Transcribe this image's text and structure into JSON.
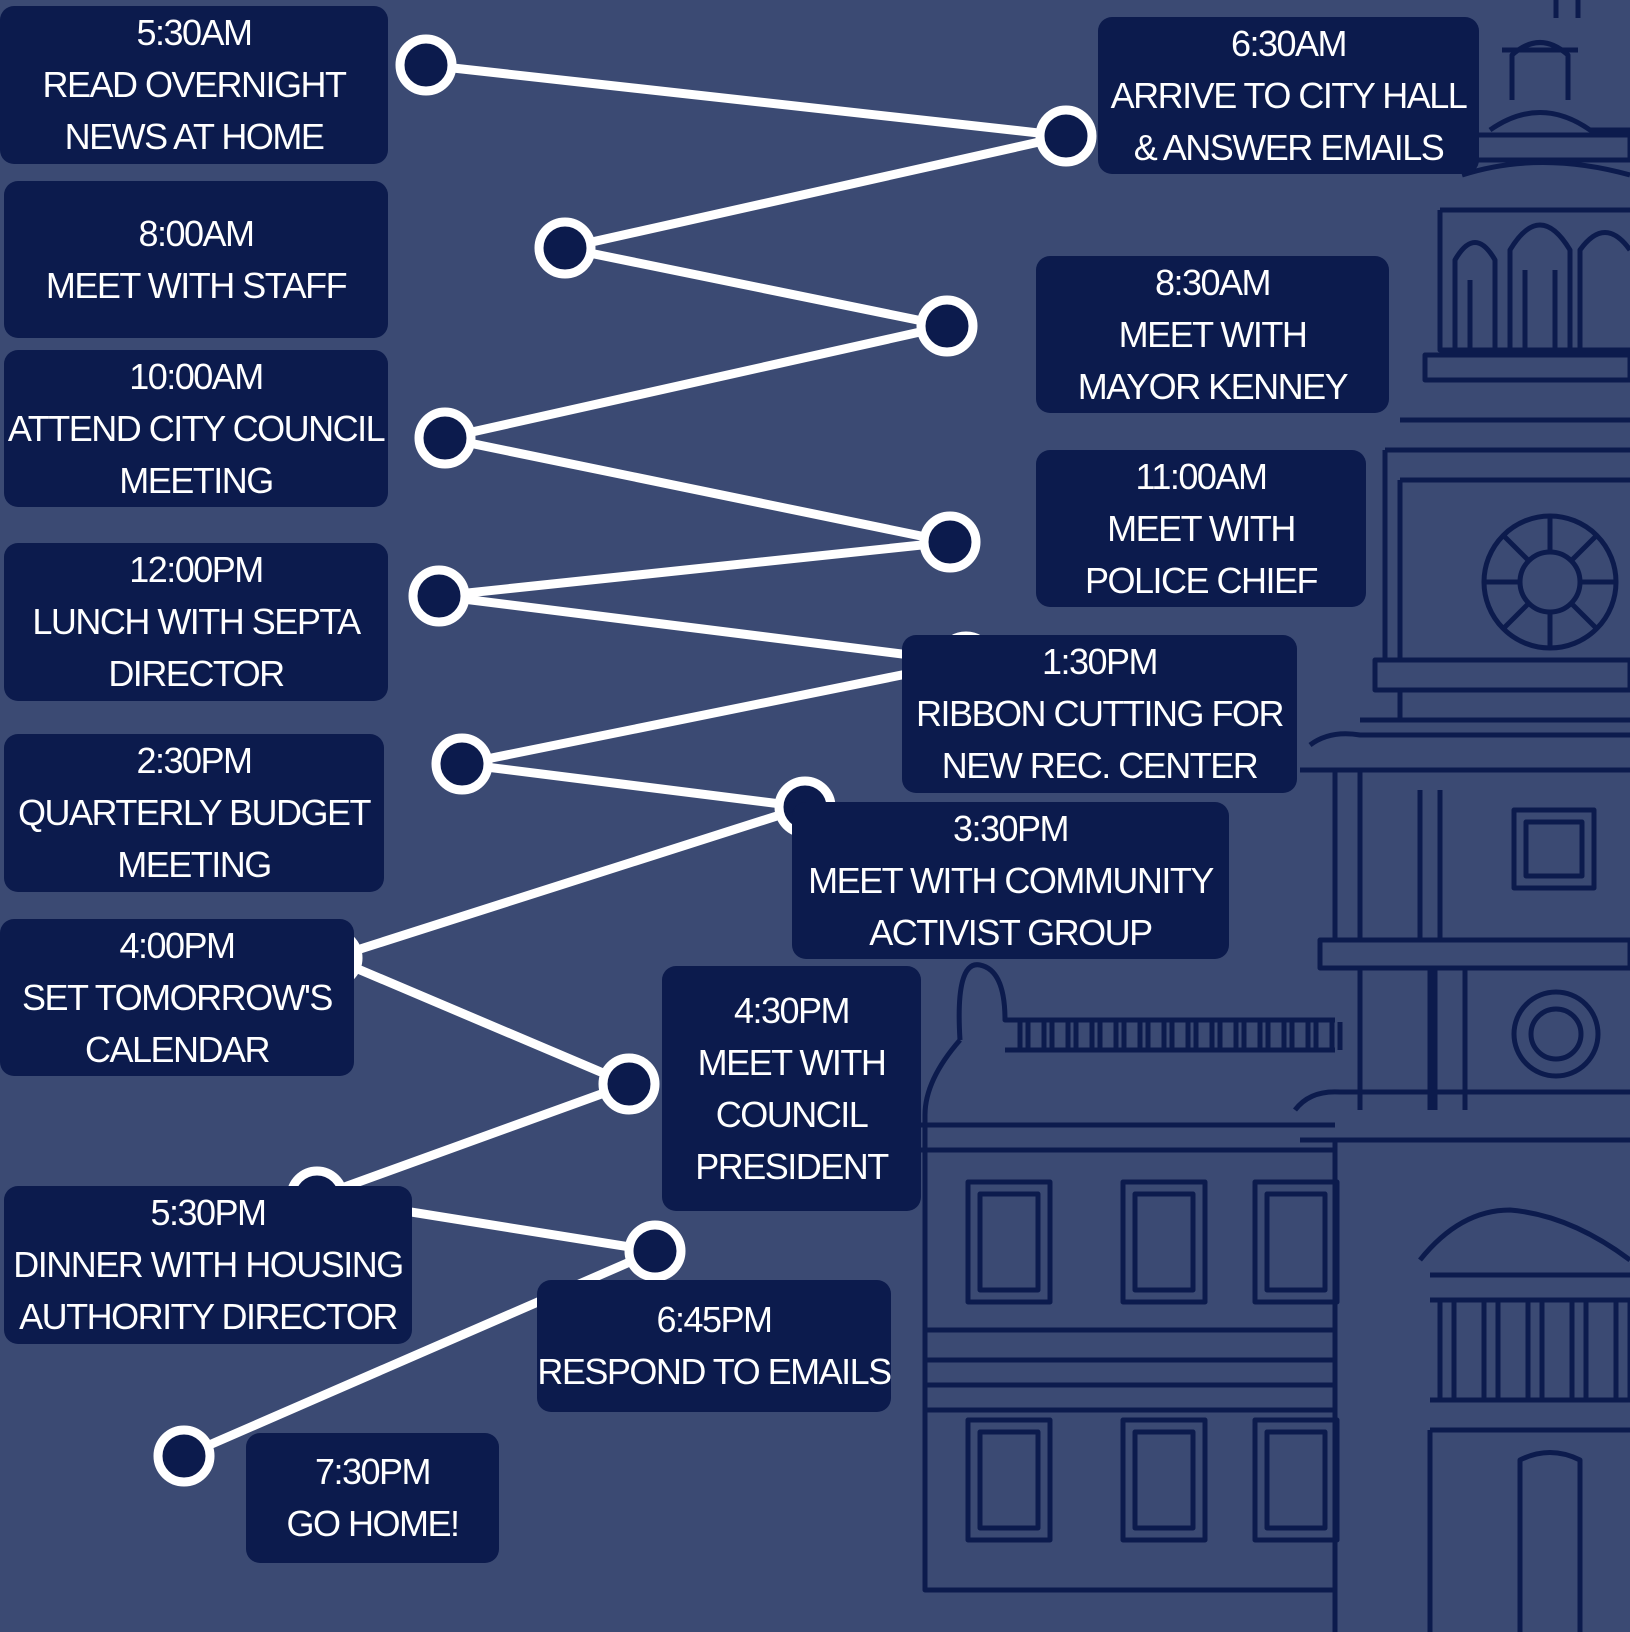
{
  "schedule": [
    {
      "time": "5:30AM",
      "lines": [
        "READ OVERNIGHT",
        "NEWS AT HOME"
      ]
    },
    {
      "time": "6:30AM",
      "lines": [
        "ARRIVE TO CITY HALL",
        "& ANSWER EMAILS"
      ]
    },
    {
      "time": "8:00AM",
      "lines": [
        "MEET WITH STAFF"
      ]
    },
    {
      "time": "8:30AM",
      "lines": [
        "MEET WITH",
        "MAYOR KENNEY"
      ]
    },
    {
      "time": "10:00AM",
      "lines": [
        "ATTEND CITY COUNCIL",
        "MEETING"
      ]
    },
    {
      "time": "11:00AM",
      "lines": [
        "MEET WITH",
        "POLICE CHIEF"
      ]
    },
    {
      "time": "12:00PM",
      "lines": [
        "LUNCH WITH SEPTA",
        "DIRECTOR"
      ]
    },
    {
      "time": "1:30PM",
      "lines": [
        "RIBBON CUTTING FOR",
        "NEW REC. CENTER"
      ]
    },
    {
      "time": "2:30PM",
      "lines": [
        "QUARTERLY BUDGET",
        "MEETING"
      ]
    },
    {
      "time": "3:30PM",
      "lines": [
        "MEET WITH COMMUNITY",
        "ACTIVIST GROUP"
      ]
    },
    {
      "time": "4:00PM",
      "lines": [
        "SET TOMORROW'S",
        "CALENDAR"
      ]
    },
    {
      "time": "4:30PM",
      "lines": [
        "MEET WITH",
        "COUNCIL",
        "PRESIDENT"
      ]
    },
    {
      "time": "5:30PM",
      "lines": [
        "DINNER WITH HOUSING",
        "AUTHORITY DIRECTOR"
      ]
    },
    {
      "time": "6:45PM",
      "lines": [
        "RESPOND TO EMAILS"
      ]
    },
    {
      "time": "7:30PM",
      "lines": [
        "GO HOME!"
      ]
    }
  ],
  "colors": {
    "background": "#3b4a73",
    "card": "#0c1b4d",
    "text": "#ffffff",
    "connector": "#ffffff",
    "node_fill": "#0c1b4d",
    "building_outline": "#0c1b4d"
  },
  "illustration": "city-hall-building-outline"
}
